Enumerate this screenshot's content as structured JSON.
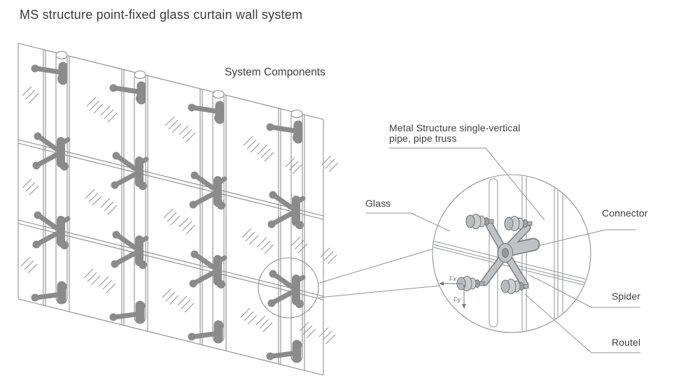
{
  "title": "MS structure point-fixed glass curtain wall system",
  "diagram": {
    "subtitle": "System Components",
    "labels": {
      "metal_structure_line1": "Metal Structure single-vertical",
      "metal_structure_line2": "pipe, pipe truss",
      "glass": "Glass",
      "connector": "Connector",
      "spider": "Spider",
      "routel": "Routel",
      "force_x": "Fx",
      "force_y": "Fy"
    },
    "colors": {
      "background": "#ffffff",
      "text": "#3d3e40",
      "line": "#8f9193",
      "spider_silhouette": "#8b8b8b",
      "hardware_fill": "#c2c6c8",
      "hardware_outline": "#75787a"
    }
  }
}
